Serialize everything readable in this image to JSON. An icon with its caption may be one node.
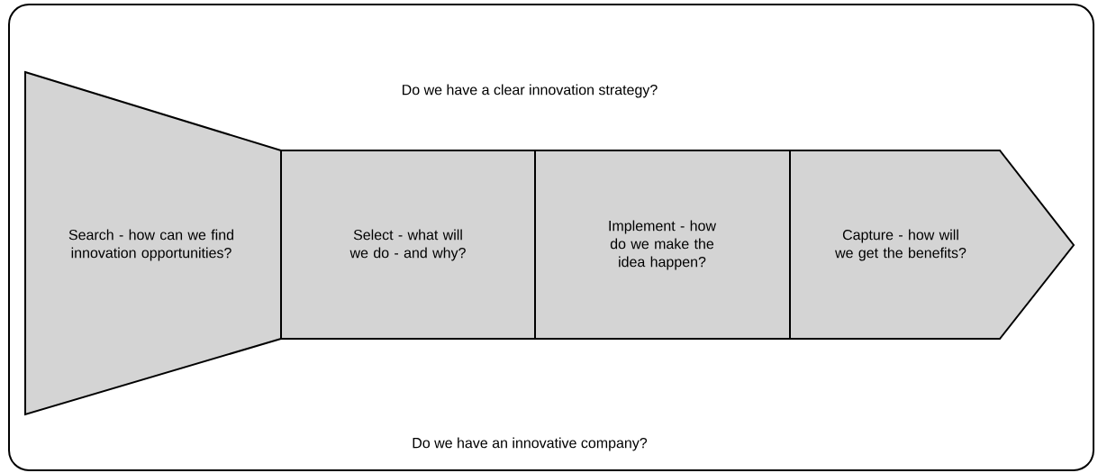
{
  "diagram": {
    "nodes": [
      {
        "text": [
          "Do we have a clear innovation strategy?",
          "Do we have an innovative company?"
        ]
      },
      {
        "text": [
          "Search - how can we find innovation opportunities?"
        ],
        "in": 0
      },
      {
        "text": [
          "Select - what will we do - and why?"
        ],
        "in": 0
      },
      {
        "text": [
          "Implement - how do we make the idea happen?"
        ],
        "in": 0
      },
      {
        "text": [
          "Capture - how will we get the benefits?"
        ],
        "in": 0
      }
    ]
  }
}
